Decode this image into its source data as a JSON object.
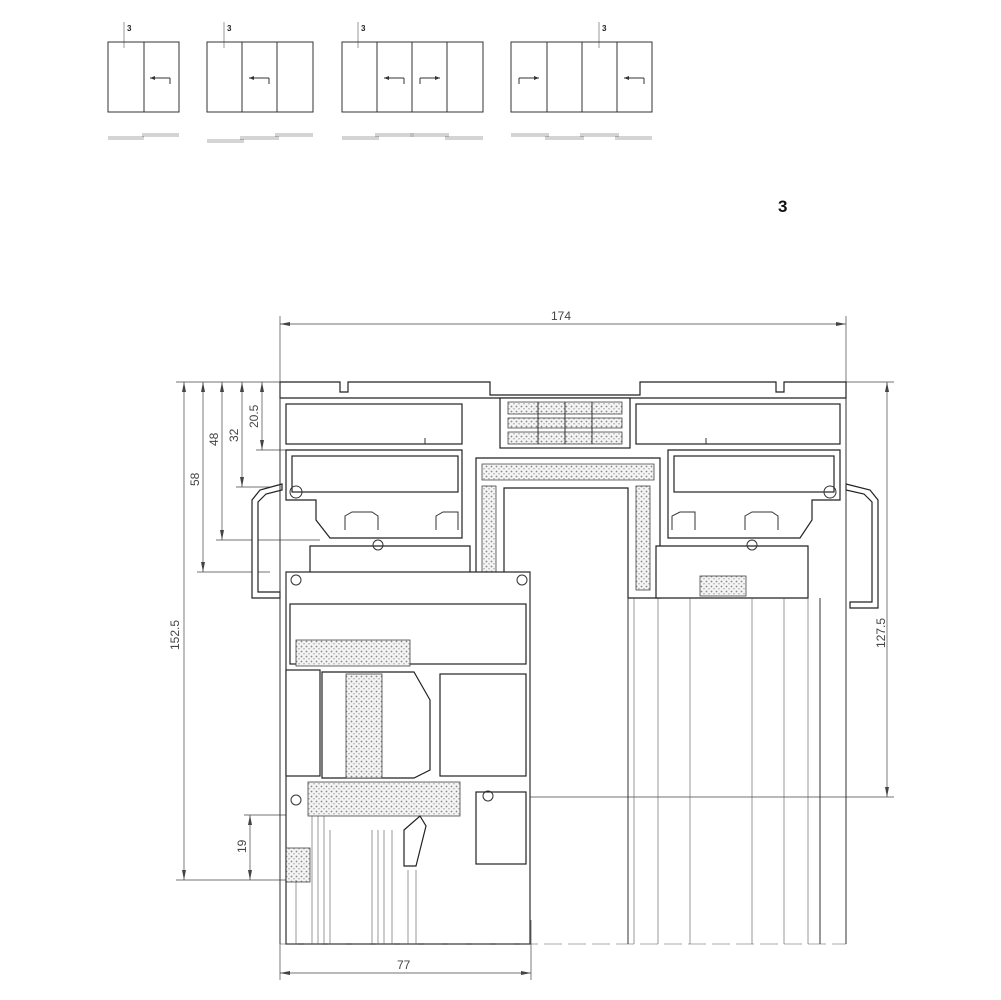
{
  "diagram": {
    "section_label": "3",
    "configurations": [
      {
        "name": "2-panel",
        "marker": "3",
        "panels": 2,
        "arrows": [
          "left"
        ]
      },
      {
        "name": "3-panel",
        "marker": "3",
        "panels": 3,
        "arrows": [
          "left"
        ]
      },
      {
        "name": "4-panel-center",
        "marker": "3",
        "panels": 4,
        "arrows": [
          "left",
          "right"
        ]
      },
      {
        "name": "4-panel-sides",
        "marker": "3",
        "panels": 4,
        "arrows": [
          "right",
          "left"
        ]
      }
    ],
    "dimensions": {
      "overall_width": "174",
      "sash_width": "77",
      "d_20_5": "20.5",
      "d_32": "32",
      "d_48": "48",
      "d_58": "58",
      "d_152_5": "152.5",
      "d_127_5": "127.5",
      "d_19": "19"
    }
  }
}
